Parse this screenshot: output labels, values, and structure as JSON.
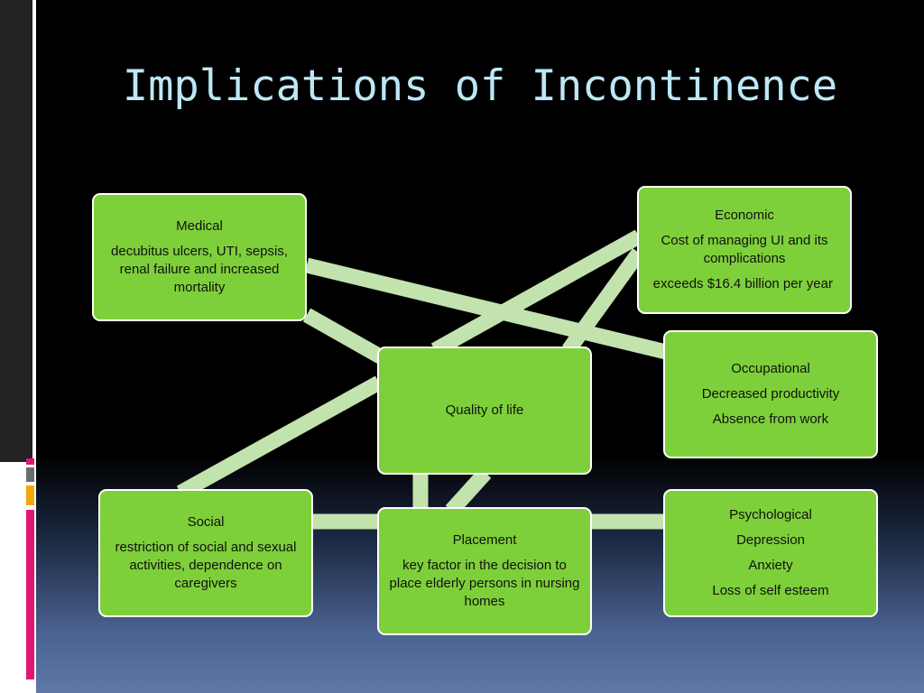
{
  "slide": {
    "title": "Implications of Incontinence"
  },
  "colors": {
    "node_fill": "#7ed03a",
    "connector": "#c2e3ad",
    "title": "#bde7f5",
    "accent_pink": "#e2166e",
    "accent_orange": "#f5a800",
    "accent_gray": "#6b6b6b"
  },
  "nodes": {
    "medical": {
      "heading": "Medical",
      "body": "decubitus ulcers, UTI, sepsis, renal failure and increased mortality"
    },
    "economic": {
      "heading": "Economic",
      "line1": "Cost of  managing  UI and its complications",
      "line2": "exceeds $16.4 billion per year",
      "line2_end": "."
    },
    "occupational": {
      "heading": "Occupational",
      "items": [
        "Decreased productivity",
        "Absence from work"
      ]
    },
    "quality": {
      "heading": "Quality of life"
    },
    "social": {
      "heading": "Social",
      "body": "restriction of social and sexual activities, dependence on caregivers"
    },
    "placement": {
      "heading": "Placement",
      "body": "key factor in the decision to place elderly persons in nursing homes"
    },
    "psychological": {
      "heading": "Psychological",
      "items": [
        "Depression",
        "Anxiety",
        "Loss of self esteem"
      ]
    }
  }
}
